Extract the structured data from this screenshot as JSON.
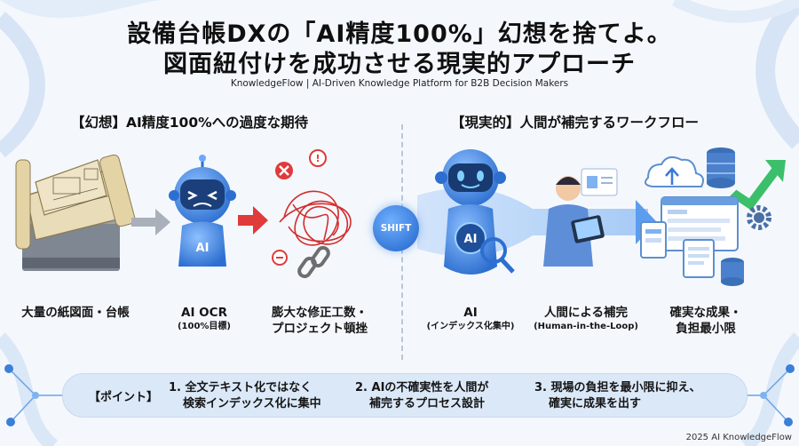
{
  "title": {
    "line1": "設備台帳DXの「AI精度100%」幻想を捨てよ。",
    "line2": "図面紐付けを成功させる現実的アプローチ"
  },
  "subtitle": "KnowledgeFlow | AI-Driven Knowledge Platform for B2B Decision Makers",
  "left_section": {
    "heading": "【幻想】AI精度100%への過度な期待",
    "items": [
      {
        "label": "大量の紙図面・台帳",
        "sub": ""
      },
      {
        "label": "AI OCR",
        "sub": "(100%目標)"
      },
      {
        "label": "膨大な修正工数・",
        "label2": "プロジェクト頓挫"
      }
    ],
    "robot_badge": "AI"
  },
  "shift_label": "SHIFT",
  "right_section": {
    "heading": "【現実的】人間が補完するワークフロー",
    "items": [
      {
        "label": "AI",
        "sub": "(インデックス化集中)"
      },
      {
        "label": "人間による補完",
        "sub": "(Human-in-the-Loop)"
      },
      {
        "label": "確実な成果・",
        "label2": "負担最小限"
      }
    ],
    "robot_badge": "AI"
  },
  "points": {
    "label": "【ポイント】",
    "items": [
      {
        "line1": "1. 全文テキスト化ではなく",
        "line2": "検索インデックス化に集中"
      },
      {
        "line1": "2. AIの不確実性を人間が",
        "line2": "補完するプロセス設計"
      },
      {
        "line1": "3. 現場の負担を最小限に抑え、",
        "line2": "確実に成果を出す"
      }
    ]
  },
  "footer": "2025 AI KnowledgeFlow",
  "colors": {
    "accent_blue": "#2f7be0",
    "alert_red": "#e03a3a",
    "success_green": "#3cbf6a",
    "bar_bg": "#dbe8f8"
  },
  "icons": [
    "blueprint-stack-icon",
    "sad-robot-icon",
    "tangled-mess-icon",
    "broken-chain-icon",
    "happy-robot-icon",
    "magnifier-icon",
    "person-tablet-icon",
    "cloud-database-icon",
    "dashboard-icon",
    "growth-arrow-icon",
    "gear-icon"
  ]
}
